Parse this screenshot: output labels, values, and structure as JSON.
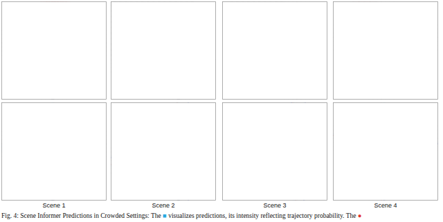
{
  "diagram": {
    "caption": "Fig. 4: Scene Informer Predictions in Crowded Settings: The ■ visualizes predictions, its intensity reflecting trajectory probability. The ●",
    "labels": [
      "Scene 1",
      "Scene 2",
      "Scene 3",
      "Scene 4"
    ]
  }
}
